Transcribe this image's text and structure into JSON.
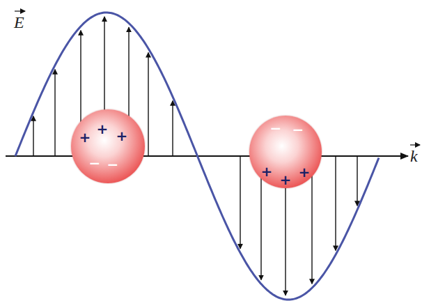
{
  "diagram": {
    "nodes": [
      {
        "text": [
          "+",
          "+",
          "+",
          "−",
          "−"
        ]
      },
      {
        "text": [
          "−",
          "−",
          "+",
          "+",
          "+"
        ]
      }
    ],
    "labels": [
      "E",
      "k"
    ]
  }
}
